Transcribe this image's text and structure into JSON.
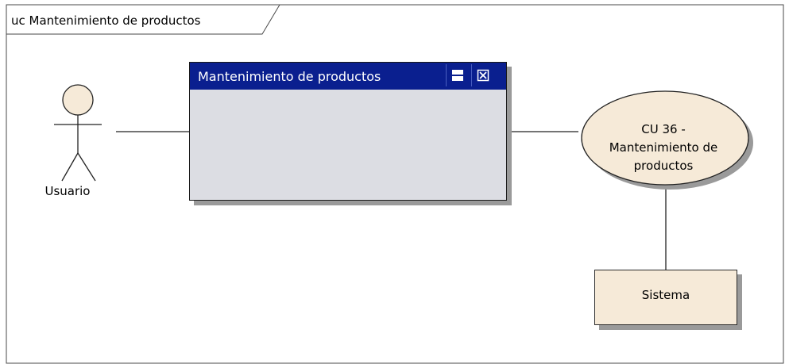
{
  "frame": {
    "label": "uc Mantenimiento de productos"
  },
  "actor": {
    "name": "Usuario"
  },
  "window": {
    "title": "Mantenimiento de productos",
    "title_bar_color": "#0a1f8f",
    "body_color": "#dcdde3"
  },
  "use_case": {
    "line1": "CU 36 -",
    "line2": "Mantenimiento de",
    "line3": "productos",
    "fill": "#f6ead8"
  },
  "system": {
    "label": "Sistema"
  }
}
